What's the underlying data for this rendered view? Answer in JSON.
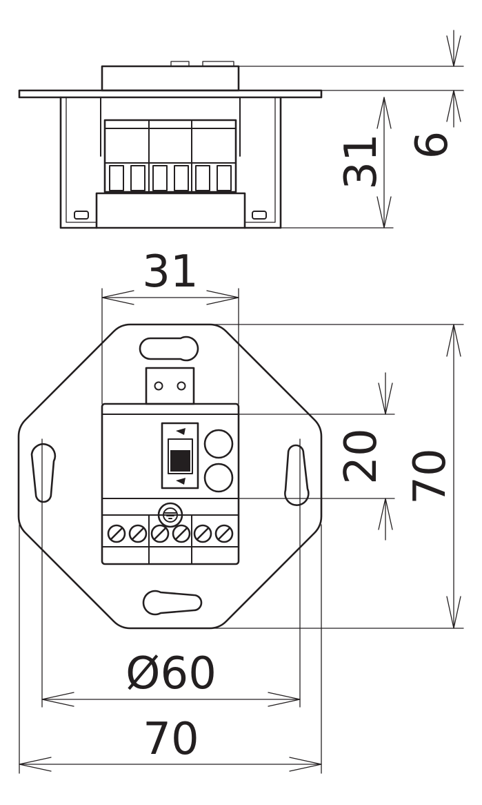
{
  "drawing": {
    "dimensions": {
      "side_total_height": "31",
      "side_flange_height": "6",
      "front_insert_width": "31",
      "front_center_height": "20",
      "front_total_height": "70",
      "front_diameter": "Ø60",
      "front_total_width": "70"
    }
  }
}
